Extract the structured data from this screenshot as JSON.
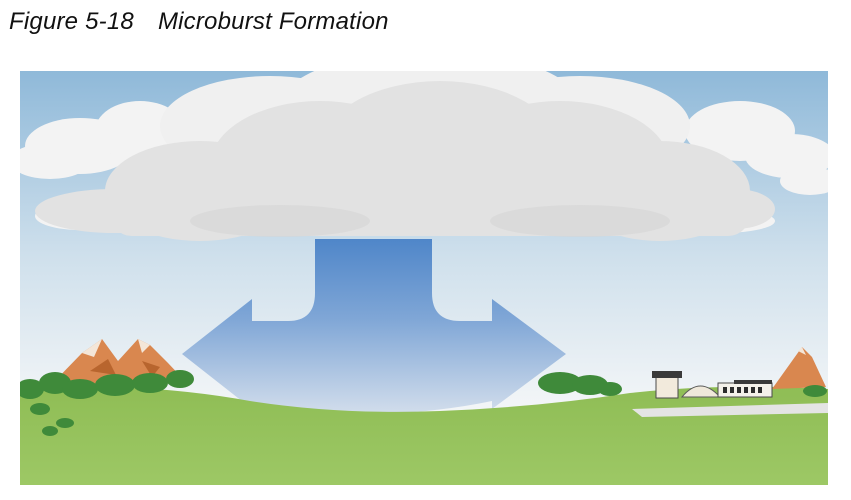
{
  "caption": {
    "number": "Figure 5-18",
    "title": "Microburst Formation"
  },
  "illustration": {
    "elements": [
      "cumulonimbus-cloud",
      "downdraft-arrow",
      "outflow-arrow-left",
      "outflow-arrow-right",
      "mountains-left",
      "mountain-right",
      "trees",
      "airport-buildings",
      "runway",
      "grass-ground"
    ],
    "colors": {
      "sky_top": "#8fb9d9",
      "sky_bottom": "#f2f5f7",
      "cloud": "#e6e6e6",
      "arrow_dark": "#4f86c9",
      "arrow_light": "#cfdcec",
      "grass": "#97c15c",
      "trees": "#3f8a3a",
      "mountain": "#d9874f",
      "runway": "#e4e4e4"
    }
  }
}
